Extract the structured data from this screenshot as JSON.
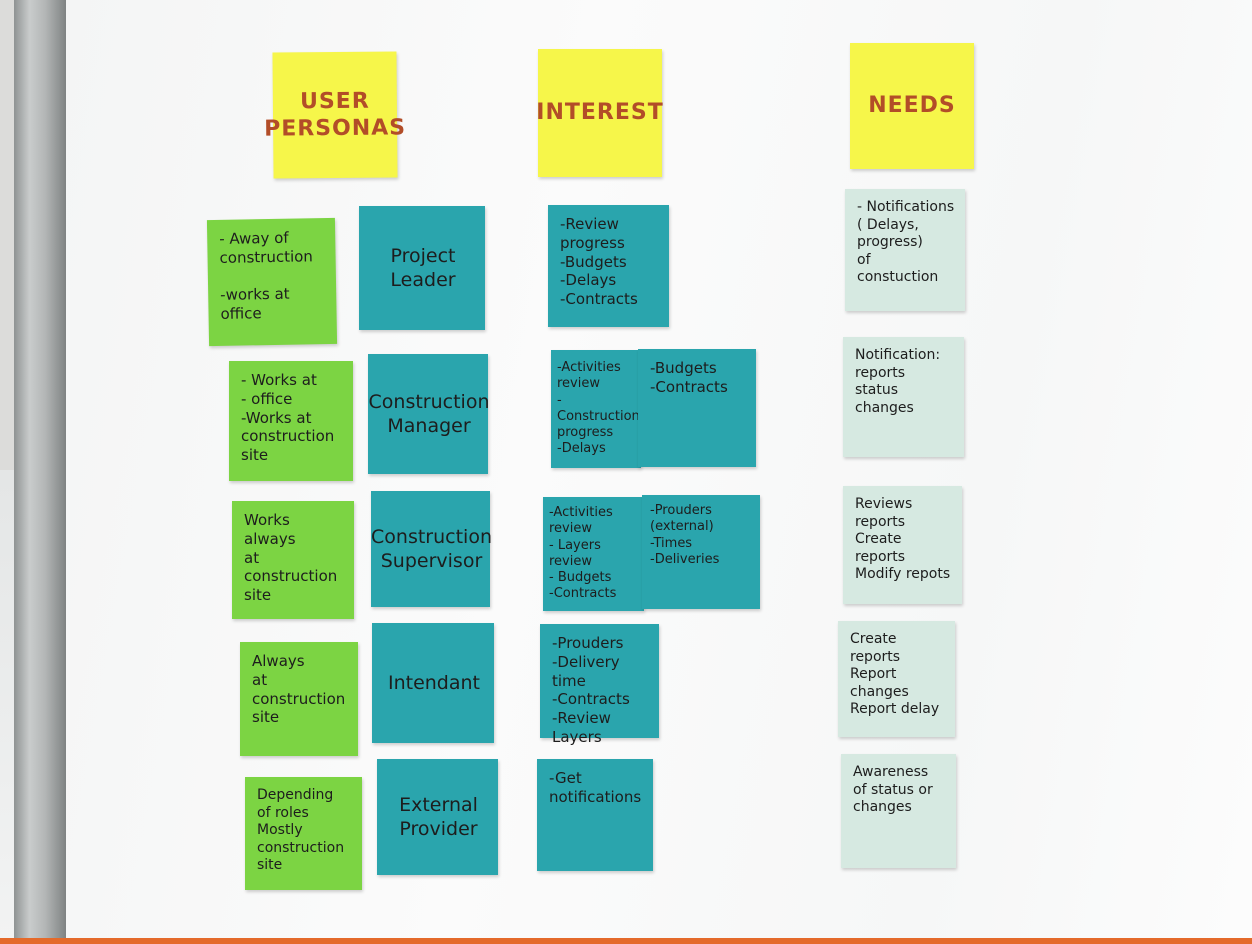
{
  "headers": {
    "personas": "USER\nPERSONAS",
    "interest": "INTEREST",
    "needs": "NEEDS"
  },
  "rows": [
    {
      "location": "- Away of\nconstruction\n\n-works at\noffice",
      "role": "Project\nLeader",
      "interest_a": "-Review progress\n-Budgets\n-Delays\n-Contracts",
      "interest_b": "",
      "need": "- Notifications\n( Delays, progress)\nof constuction"
    },
    {
      "location": "- Works at\n- office\n-Works at\nconstruction\nsite",
      "role": "Construction\nManager",
      "interest_a": "-Activities\nreview\n-Construction\nprogress\n-Delays",
      "interest_b": "-Budgets\n-Contracts",
      "need": "Notification:\nreports\nstatus\nchanges"
    },
    {
      "location": "Works\nalways\nat construction\nsite",
      "role": "Construction\nSupervisor",
      "interest_a": "-Activities\nreview\n- Layers review\n- Budgets\n-Contracts",
      "interest_b": "-Prouders\n(external)\n-Times\n-Deliveries",
      "need": "Reviews\nreports\nCreate reports\nModify repots"
    },
    {
      "location": "Always\nat construction\nsite",
      "role": "Intendant",
      "interest_a": "-Prouders\n-Delivery time\n-Contracts\n-Review Layers",
      "interest_b": "",
      "need": "Create reports\nReport changes\nReport delay"
    },
    {
      "location": "Depending\nof roles\nMostly\nconstruction\nsite",
      "role": "External\nProvider",
      "interest_a": "-Get\nnotifications",
      "interest_b": "",
      "need": "Awareness\nof status or\nchanges"
    }
  ]
}
